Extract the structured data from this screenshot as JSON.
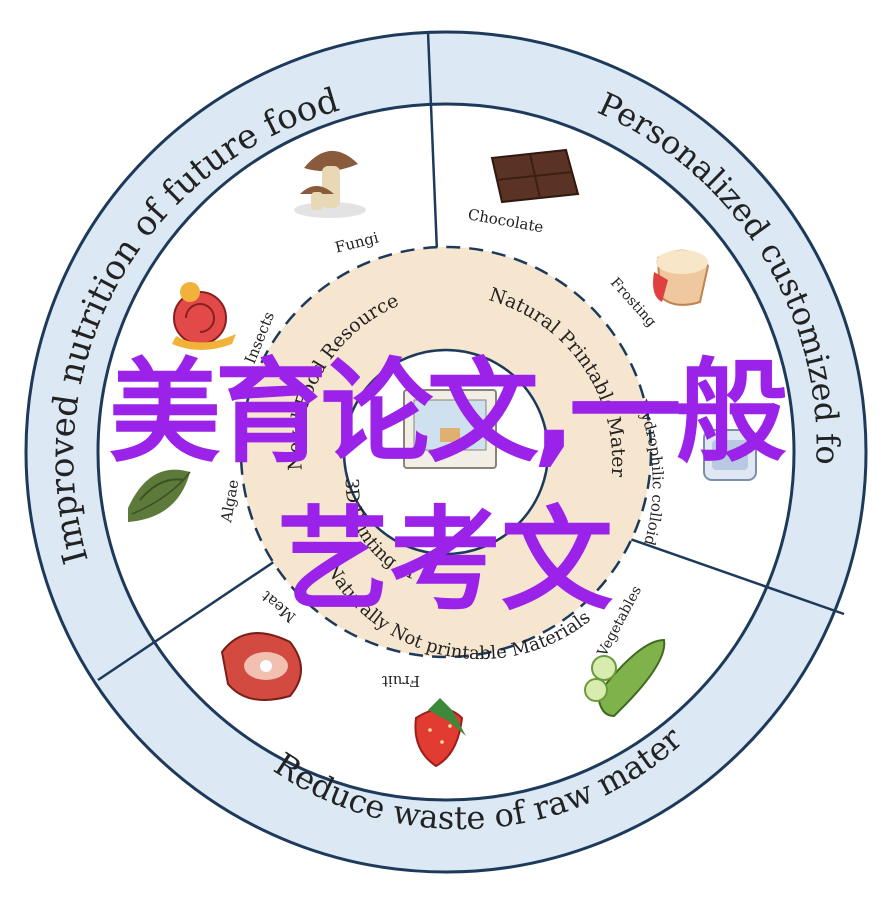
{
  "outer_ring": {
    "improved": "Improved nutrition of future food",
    "personalized": "Personalized customized food",
    "reduce": "Reduce waste of raw materials"
  },
  "items": {
    "fungi": "Fungi",
    "chocolate": "Chocolate",
    "frosting": "Frosting",
    "insects": "Insects",
    "algae": "Algae",
    "hydrophilic": "Hydrophilic colloid",
    "vegetables": "Vegetables",
    "fruit": "Fruit",
    "meat": "Meat"
  },
  "inner_ring": {
    "natural": "Natural Printable Materials",
    "novel": "Novel Food Resources",
    "not_printable": "Naturally Not printable Materials",
    "center": "3D Printing of"
  },
  "overlay": {
    "line1": "美育论文,一般",
    "line2": "艺考文"
  },
  "colors": {
    "outer_ring": "#dce9f5",
    "inner_circle": "#f7e6cf",
    "lines": "#1e3a5a",
    "overlay_text": "#9b22e8"
  },
  "icons": [
    "mushroom-icon",
    "chocolate-icon",
    "frosting-icon",
    "snail-icon",
    "algae-icon",
    "jelly-icon",
    "cucumber-icon",
    "strawberry-icon",
    "meat-icon",
    "printer-icon"
  ]
}
